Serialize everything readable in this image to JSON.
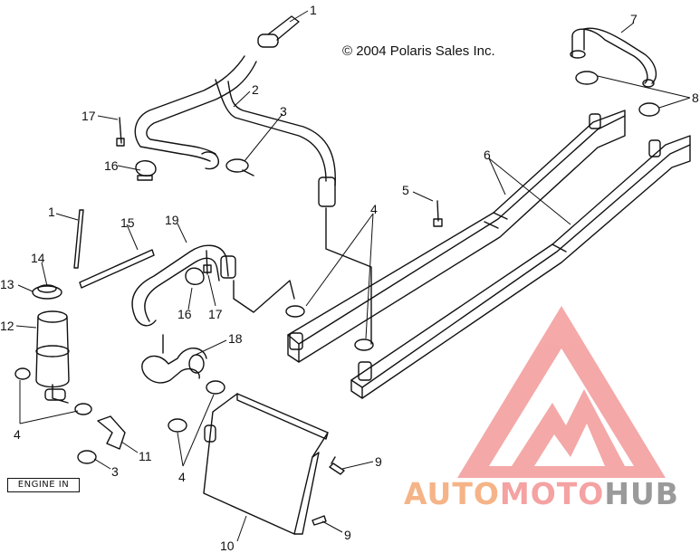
{
  "copyright": "© 2004 Polaris Sales Inc.",
  "engine_label": "ENGINE IN",
  "watermark": {
    "part1": "AUTO",
    "part2": "MOTO",
    "part3": "HUB",
    "color_auto": "#f5b487",
    "color_moto": "#f4a2a2",
    "color_hub": "#9a9a9a",
    "triangle_color": "#f39a9a"
  },
  "callouts": [
    "1",
    "2",
    "3",
    "17",
    "16",
    "7",
    "8",
    "6",
    "5",
    "4",
    "1",
    "15",
    "19",
    "14",
    "13",
    "12",
    "16",
    "17",
    "18",
    "4",
    "3",
    "11",
    "4",
    "9",
    "10",
    "9"
  ]
}
